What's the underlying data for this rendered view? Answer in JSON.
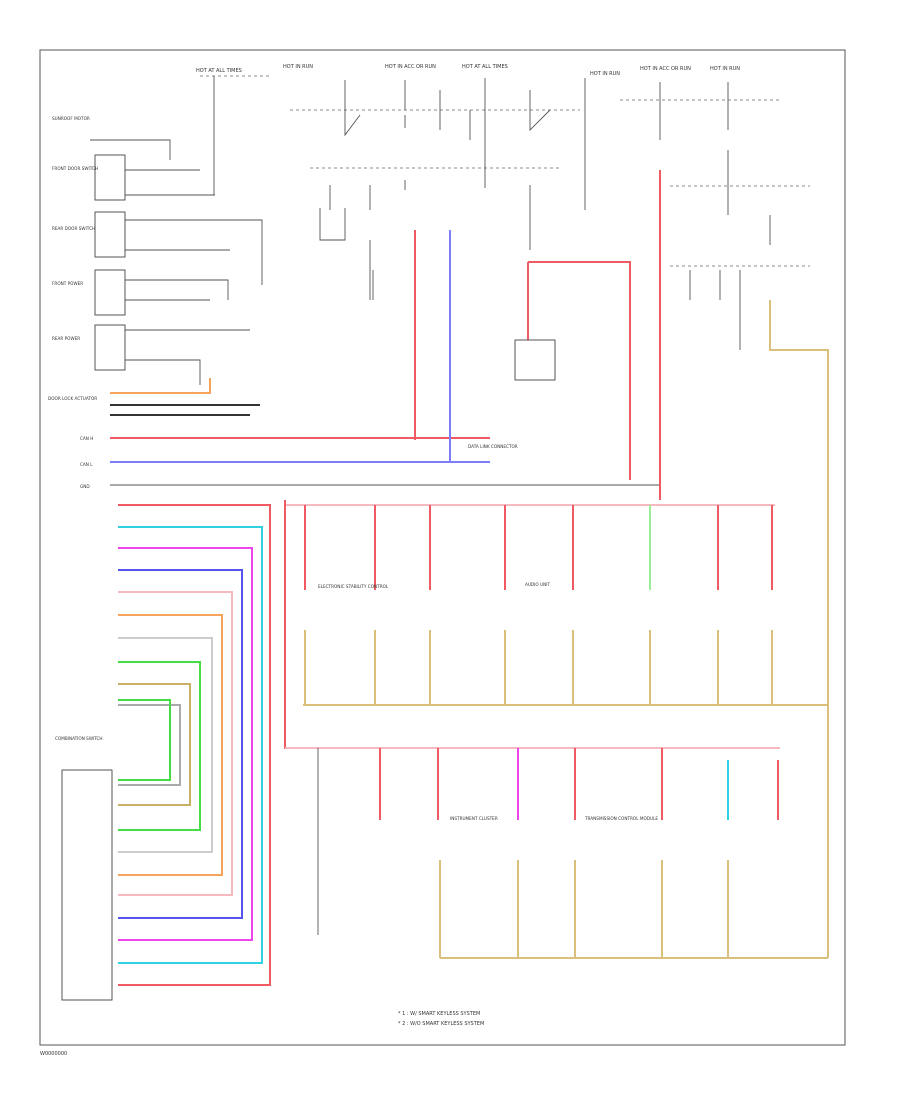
{
  "colors": {
    "red": "#ef5a63",
    "pink": "#f6b9bf",
    "blue": "#7d7dff",
    "violet": "#5555ee",
    "cyan": "#2fd0e0",
    "magenta": "#ee44ee",
    "orange": "#f5a45a",
    "peach": "#f3c79a",
    "green": "#44dd44",
    "olive": "#c8b066",
    "tan": "#d9c07a",
    "grey": "#aaaaaa",
    "black": "#333333",
    "lightgreen": "#99ee99"
  },
  "texts": {
    "fuse_labels": [
      "HOT AT ALL TIMES",
      "HOT IN RUN",
      "HOT IN ACC OR RUN",
      "HOT AT ALL TIMES",
      "HOT IN RUN",
      "HOT IN ACC OR RUN",
      "HOT IN RUN"
    ],
    "left_labels": [
      "SUNROOF MOTOR",
      "FRONT DOOR SWITCH",
      "REAR DOOR SWITCH",
      "FRONT POWER",
      "REAR POWER",
      "DOOR LOCK ACTUATOR",
      "CAN H",
      "CAN L",
      "GND",
      "COMBINATION SWITCH"
    ],
    "center_labels": [
      "ELECTRONIC STABILITY CONTROL",
      "DATA LINK CONNECTOR",
      "INSTRUMENT CLUSTER",
      "AUDIO UNIT",
      "TRANSMISSION CONTROL MODULE"
    ],
    "footnotes": [
      "* 1 : W/ SMART KEYLESS SYSTEM",
      "* 2 : W/O SMART KEYLESS SYSTEM"
    ],
    "page_id": "W0000000"
  }
}
